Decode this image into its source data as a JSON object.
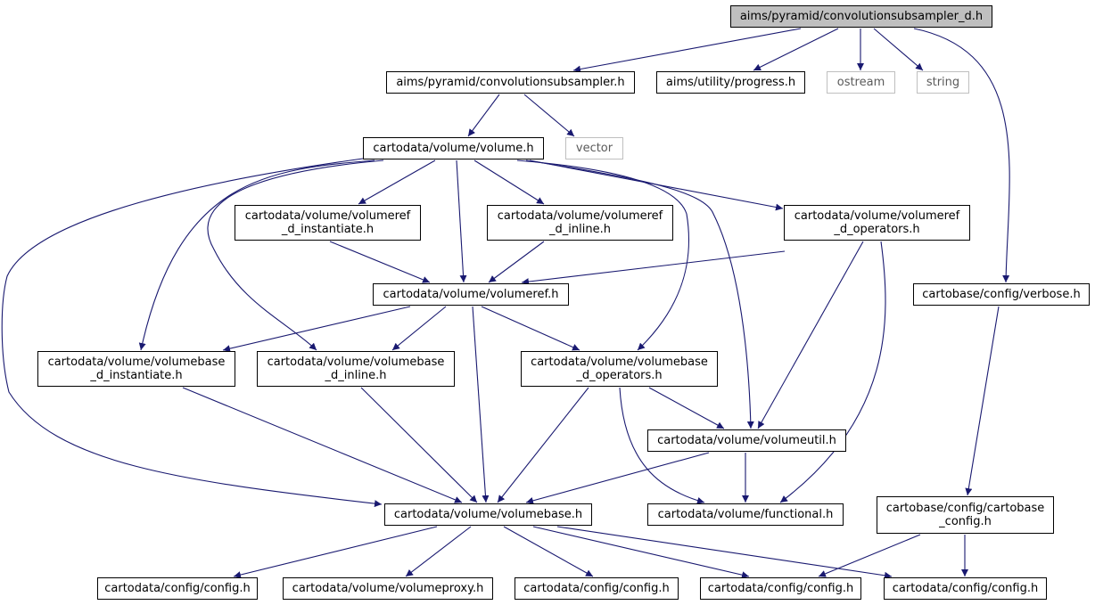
{
  "colors": {
    "edge": "#191970",
    "root_fill": "#bfbfbf",
    "external_border": "#bfbfbf",
    "node_border": "#000000"
  },
  "nodes": {
    "root": {
      "lines": [
        "aims/pyramid/convolutionsubsampler_d.h"
      ]
    },
    "convsub": {
      "lines": [
        "aims/pyramid/convolutionsubsampler.h"
      ]
    },
    "progress": {
      "lines": [
        "aims/utility/progress.h"
      ]
    },
    "ostream": {
      "lines": [
        "ostream"
      ]
    },
    "string": {
      "lines": [
        "string"
      ]
    },
    "volume": {
      "lines": [
        "cartodata/volume/volume.h"
      ]
    },
    "vector": {
      "lines": [
        "vector"
      ]
    },
    "vr_inst": {
      "lines": [
        "cartodata/volume/volumeref",
        "_d_instantiate.h"
      ]
    },
    "vr_inline": {
      "lines": [
        "cartodata/volume/volumeref",
        "_d_inline.h"
      ]
    },
    "vr_ops": {
      "lines": [
        "cartodata/volume/volumeref",
        "_d_operators.h"
      ]
    },
    "volumeref": {
      "lines": [
        "cartodata/volume/volumeref.h"
      ]
    },
    "verbose": {
      "lines": [
        "cartobase/config/verbose.h"
      ]
    },
    "vb_inst": {
      "lines": [
        "cartodata/volume/volumebase",
        "_d_instantiate.h"
      ]
    },
    "vb_inline": {
      "lines": [
        "cartodata/volume/volumebase",
        "_d_inline.h"
      ]
    },
    "vb_ops": {
      "lines": [
        "cartodata/volume/volumebase",
        "_d_operators.h"
      ]
    },
    "volumeutil": {
      "lines": [
        "cartodata/volume/volumeutil.h"
      ]
    },
    "volumebase": {
      "lines": [
        "cartodata/volume/volumebase.h"
      ]
    },
    "functional": {
      "lines": [
        "cartodata/volume/functional.h"
      ]
    },
    "cb_config": {
      "lines": [
        "cartobase/config/cartobase",
        "_config.h"
      ]
    },
    "cfg1": {
      "lines": [
        "cartodata/config/config.h"
      ]
    },
    "proxy": {
      "lines": [
        "cartodata/volume/volumeproxy.h"
      ]
    },
    "cfg2": {
      "lines": [
        "cartodata/config/config.h"
      ]
    },
    "cfg3": {
      "lines": [
        "cartodata/config/config.h"
      ]
    },
    "cfg4": {
      "lines": [
        "cartodata/config/config.h"
      ]
    }
  }
}
